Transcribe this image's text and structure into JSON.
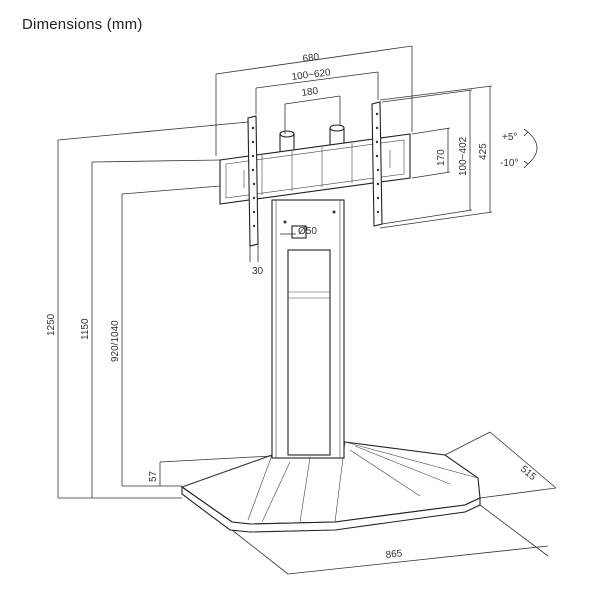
{
  "title": "Dimensions (mm)",
  "dimensions": {
    "width_680": "680",
    "width_100_620": "100~620",
    "width_180": "180",
    "height_170": "170",
    "height_100_402": "100~402",
    "height_425": "425",
    "tilt_up": "+5°",
    "tilt_down": "-10°",
    "pole_diameter": "Ø50",
    "offset_30": "30",
    "height_1250": "1250",
    "height_1150": "1150",
    "height_920_1040": "920/1040",
    "base_height_57": "57",
    "base_width_865": "865",
    "base_depth_515": "515"
  }
}
